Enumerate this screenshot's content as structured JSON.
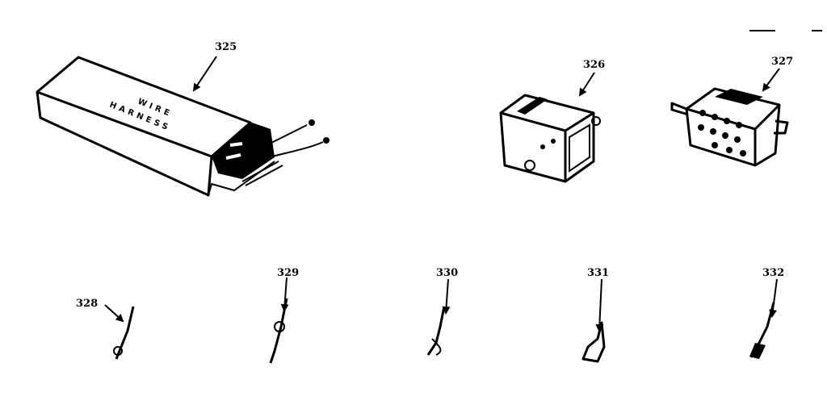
{
  "diagram": {
    "parts": [
      {
        "number": "325",
        "name_text": [
          "WIRE",
          "HARNESS"
        ]
      },
      {
        "number": "326"
      },
      {
        "number": "327"
      },
      {
        "number": "328"
      },
      {
        "number": "329"
      },
      {
        "number": "330"
      },
      {
        "number": "331"
      },
      {
        "number": "332"
      }
    ]
  }
}
